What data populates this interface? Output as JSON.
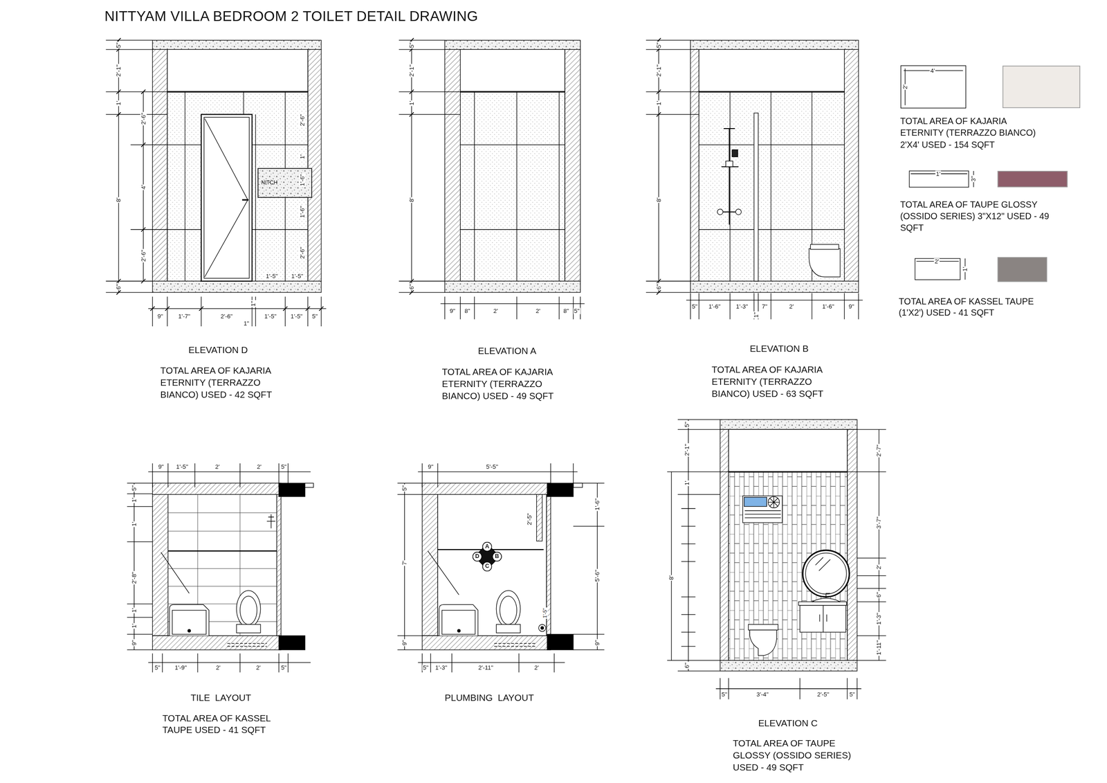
{
  "diagram": {
    "title": "NITTYAM VILLA BEDROOM 2 TOILET DETAIL DRAWING",
    "nodes": [
      {
        "text": [
          "NITCH"
        ]
      },
      {
        "text": [
          "A"
        ]
      },
      {
        "text": [
          "D"
        ]
      },
      {
        "text": [
          "B"
        ]
      },
      {
        "text": [
          "C"
        ]
      }
    ],
    "labels": [
      "5\"",
      "2'-1\"",
      "1'",
      "8'",
      "6\"",
      "2'-6\"",
      "4'",
      "2'-6\"",
      "2'-6\"",
      "1'",
      "1'-6\"",
      "1'-6\"",
      "2'-6\"",
      "1'-5\"",
      "1'-5\"",
      "9\"",
      "1'-7\"",
      "2'-6\"",
      "1\"",
      "1'-5\"",
      "1'-5\"",
      "5\"",
      "1\"",
      "ELEVATION D",
      "TOTAL AREA OF KAJARIA ETERNITY (TERRAZZO BIANCO) USED - 42 SQFT",
      "5\"",
      "2'-1\"",
      "1'",
      "8'",
      "6\"",
      "9\"",
      "8\"",
      "2'",
      "2'",
      "8\"",
      "5\"",
      "ELEVATION A",
      "TOTAL AREA OF KAJARIA ETERNITY (TERRAZZO BIANCO) USED - 49 SQFT",
      "5\"",
      "2'-1\"",
      "1'",
      "8'",
      "6\"",
      "5\"",
      "1'-6\"",
      "1'-3\"",
      "1\"",
      "7\"",
      "2'",
      "1'-6\"",
      "9\"",
      "ELEVATION B",
      "TOTAL AREA OF KAJARIA ETERNITY (TERRAZZO BIANCO) USED - 63 SQFT",
      "4'",
      "2'",
      "1'",
      "3\"",
      "2'",
      "1'",
      "9\"",
      "1'-5\"",
      "2'",
      "2'",
      "5\"",
      "5\"",
      "1'",
      "1'",
      "2'-8\"",
      "1'",
      "1'",
      "9\"",
      "5\"",
      "1'-9\"",
      "2'",
      "2'",
      "5\"",
      "TILE  LAYOUT",
      "TOTAL AREA OF KASSEL TAUPE USED - 41 SQFT",
      "9\"",
      "5'-5\"",
      "5\"",
      "7'",
      "9\"",
      "1'-6\"",
      "5'-6\"",
      "9\"",
      "2'-5\"",
      "1'-5\"",
      "5\"",
      "1'-3\"",
      "2'-11\"",
      "2'",
      "PLUMBING  LAYOUT",
      "5\"",
      "2'-1\"",
      "1'",
      "8'",
      "6\"",
      "2'-7\"",
      "3'-7\"",
      "2'",
      "6\"",
      "1'-3\"",
      "1'-11\"",
      "5\"",
      "3'-4\"",
      "2'-5\"",
      "5\"",
      "ELEVATION C",
      "TOTAL AREA OF TAUPE GLOSSY (OSSIDO SERIES) USED - 49 SQFT"
    ],
    "legend": [
      {
        "text": "TOTAL AREA OF KAJARIA ETERNITY (TERRAZZO BIANCO) 2'X4' USED - 154 SQFT",
        "color": "#efebe7"
      },
      {
        "text": "TOTAL AREA OF TAUPE GLOSSY (OSSIDO SERIES) 3\"X12\" USED - 49 SQFT",
        "color": "#8e5d6a"
      },
      {
        "text": "TOTAL AREA OF KASSEL TAUPE (1'X2') USED - 41 SQFT",
        "color": "#8a8482"
      }
    ]
  }
}
